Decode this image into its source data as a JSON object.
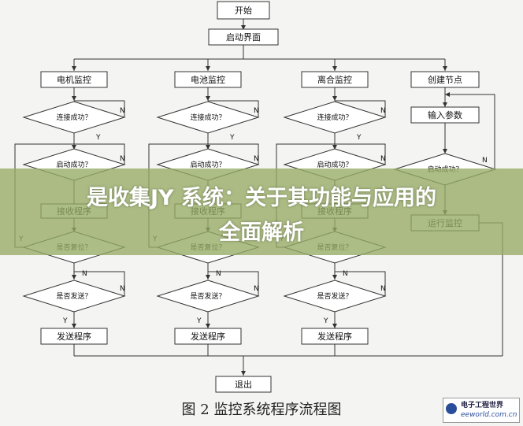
{
  "nodes": {
    "start": "开始",
    "launch_ui": "启动界面",
    "col1_title": "电机监控",
    "col2_title": "电池监控",
    "col3_title": "离合监控",
    "col4_title": "创建节点",
    "connect_success": "连接成功？",
    "launch_success": "启动成功？",
    "receive_program": "接收程序",
    "is_reset": "是否复位？",
    "is_send": "是否发送？",
    "send_program": "发送程序",
    "input_params": "输入参数",
    "run_monitor": "运行监控",
    "exit": "退出"
  },
  "labels": {
    "yes": "Y",
    "no": "N"
  },
  "banner": {
    "title_line1": "是收集JY 系统：关于其功能与应用的",
    "title_line2": "全面解析"
  },
  "caption": "图 2 监控系统程序流程图",
  "logo": {
    "line1": "电子工程世界",
    "line2": "eeworld.com.cn"
  }
}
